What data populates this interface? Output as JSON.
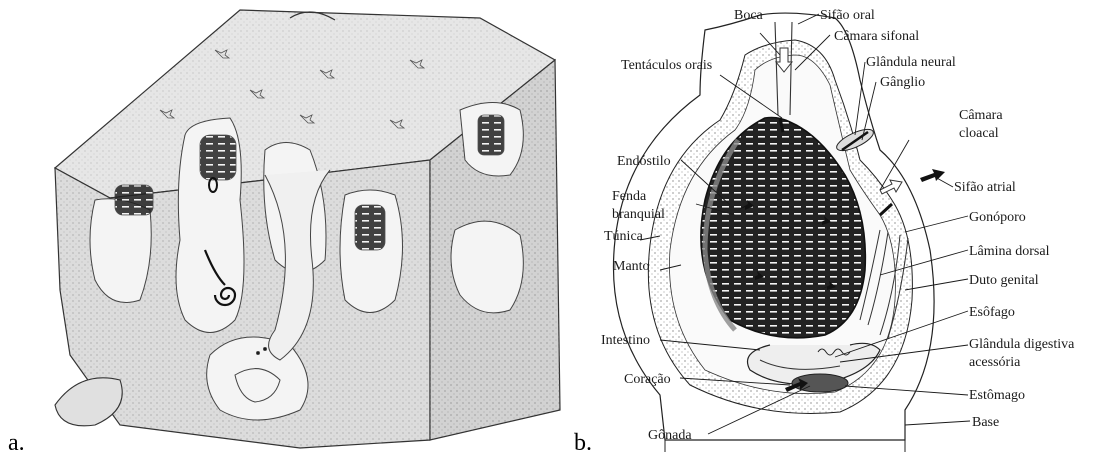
{
  "panels": {
    "a": {
      "letter": "a."
    },
    "b": {
      "letter": "b.",
      "labels": {
        "boca": "Boca",
        "sifao_oral": "Sifão oral",
        "camara_sifonal": "Câmara sifonal",
        "tentaculos_orais": "Tentáculos orais",
        "glandula_neural": "Glândula neural",
        "ganglio": "Gânglio",
        "camara_cloacal_1": "Câmara",
        "camara_cloacal_2": "cloacal",
        "endostilo": "Endóstilo",
        "fenda_1": "Fenda",
        "fenda_2": "branquial",
        "sifao_atrial": "Sifão atrial",
        "gonoporo": "Gonóporo",
        "tunica": "Túnica",
        "lamina_dorsal": "Lâmina dorsal",
        "manto": "Manto",
        "duto_genital": "Duto genital",
        "esofago": "Esôfago",
        "intestino": "Intestino",
        "glandula_digestiva_1": "Glândula digestiva",
        "glandula_digestiva_2": "acessória",
        "coracao": "Coração",
        "estomago": "Estômago",
        "base": "Base",
        "gonada": "Gônada"
      }
    }
  }
}
